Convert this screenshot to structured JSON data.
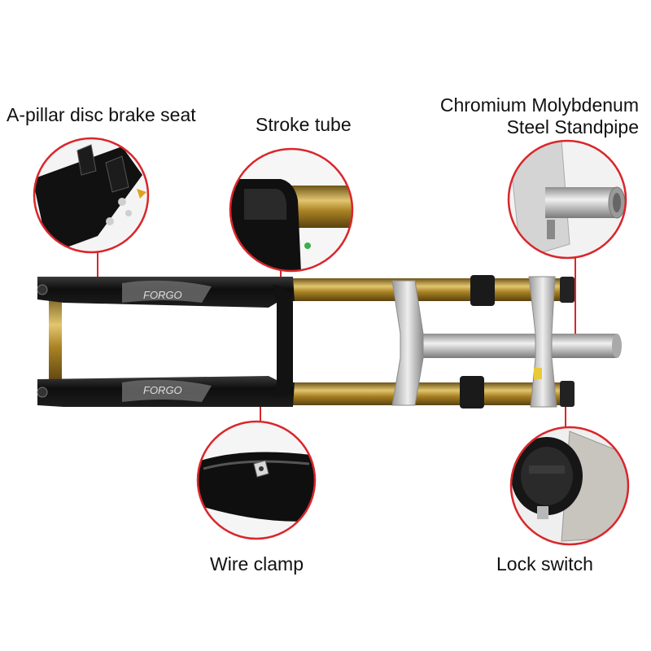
{
  "labels": {
    "brake_seat": "A-pillar disc brake seat",
    "stroke_tube": "Stroke tube",
    "standpipe_line1": "Chromium Molybdenum",
    "standpipe_line2": "Steel Standpipe",
    "wire_clamp": "Wire clamp",
    "lock_switch": "Lock switch"
  },
  "brand": {
    "upper_logo": "FORGO",
    "lower_logo": "FORGO"
  },
  "colors": {
    "callout_ring": "#d9262b",
    "fork_black": "#151515",
    "stanchion_gold": "#b8922f",
    "crown_silver": "#c9c9c9"
  }
}
